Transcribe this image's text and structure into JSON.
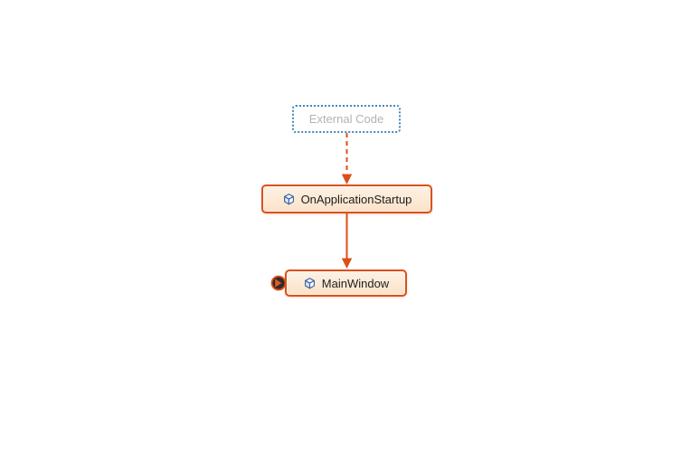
{
  "nodes": [
    {
      "label": "External Code"
    },
    {
      "label": "OnApplicationStartup"
    },
    {
      "label": "MainWindow"
    }
  ],
  "edges": [
    {
      "from": "External Code",
      "to": "OnApplicationStartup",
      "style": "dashed",
      "color": "#dc4f17"
    },
    {
      "from": "OnApplicationStartup",
      "to": "MainWindow",
      "style": "solid",
      "color": "#dc4f17"
    }
  ],
  "icons": {
    "node_type_icon": "cube-icon",
    "mainwindow_badge": "expand-node-icon"
  },
  "colors": {
    "canvas_background": "#ffffff",
    "edge_orange": "#dc4f17",
    "node_border_orange": "#dd501b",
    "node_fill_top": "#fdf2e5",
    "node_fill_bottom": "#fbe2c8",
    "external_border_blue": "#4289bf",
    "external_text_gray": "#b3b3b3",
    "node_text": "#1e1e1e",
    "badge_fill_dark": "#2e2c2a"
  }
}
